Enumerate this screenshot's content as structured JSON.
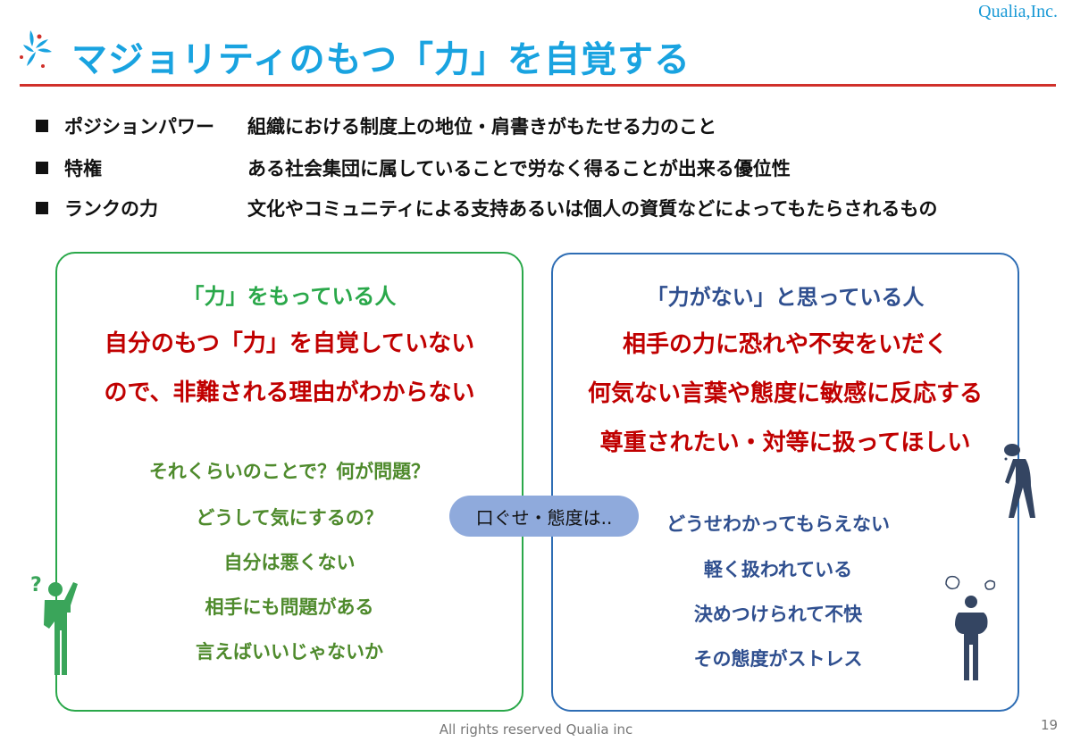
{
  "brand": "Qualia,Inc.",
  "title": "マジョリティのもつ「力」を自覚する",
  "bullets": [
    {
      "term": "ポジションパワー",
      "desc": "組織における制度上の地位・肩書きがもたせる力のこと"
    },
    {
      "term": "特権",
      "desc": "ある社会集団に属していることで労なく得ることが出来る優位性"
    },
    {
      "term": "ランクの力",
      "desc": "文化やコミュニティによる支持あるいは個人の資質などによってもたらされるもの"
    }
  ],
  "left": {
    "heading": "「力」をもっている人",
    "main": [
      "自分のもつ「力」を自覚していない",
      "ので、非難される理由がわからない"
    ],
    "quotes": [
      "それくらいのことで？何が問題？",
      "どうして気にするの？",
      "自分は悪くない",
      "相手にも問題がある",
      "言えばいいじゃないか"
    ]
  },
  "right": {
    "heading": "「力がない」と思っている人",
    "main": [
      "相手の力に恐れや不安をいだく",
      "何気ない言葉や態度に敏感に反応する",
      "尊重されたい・対等に扱ってほしい"
    ],
    "quotes": [
      "どうせわかってもらえない",
      "軽く扱われている",
      "決めつけられて不快",
      "その態度がストレス"
    ]
  },
  "pill": "口ぐせ・態度は..",
  "footer": "All rights reserved Qualia inc",
  "page": "19",
  "colors": {
    "title": "#19a3e0",
    "rule": "#d0302a",
    "green": "#2aa84a",
    "blue": "#2e6db4",
    "red": "#c00000"
  }
}
